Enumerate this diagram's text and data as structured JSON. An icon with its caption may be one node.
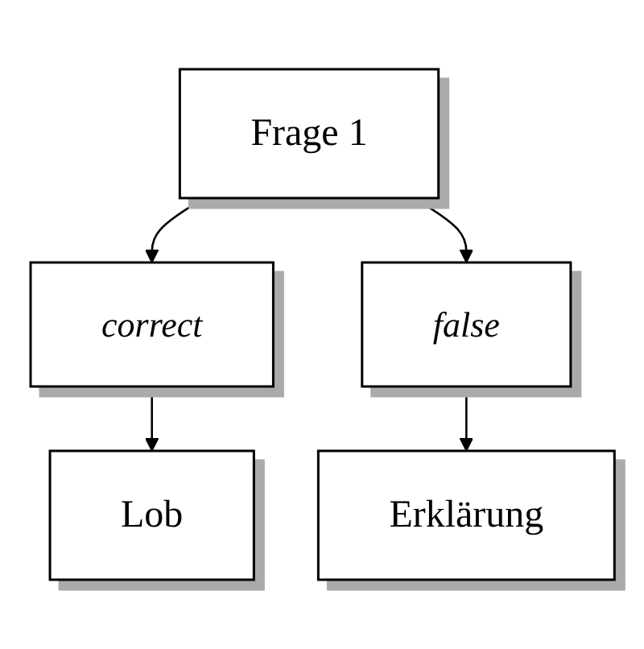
{
  "diagram": {
    "nodes": [
      {
        "text": [
          "Frage 1"
        ]
      },
      {
        "text": [
          "correct"
        ]
      },
      {
        "text": [
          "false"
        ]
      },
      {
        "text": [
          "Lob"
        ]
      },
      {
        "text": [
          "Erklärung"
        ]
      }
    ],
    "edges": [
      {
        "from": 0,
        "to": 1,
        "arrow": "to"
      },
      {
        "from": 0,
        "to": 2,
        "arrow": "to"
      },
      {
        "from": 1,
        "to": 3,
        "arrow": "to"
      },
      {
        "from": 2,
        "to": 4,
        "arrow": "to"
      }
    ]
  }
}
